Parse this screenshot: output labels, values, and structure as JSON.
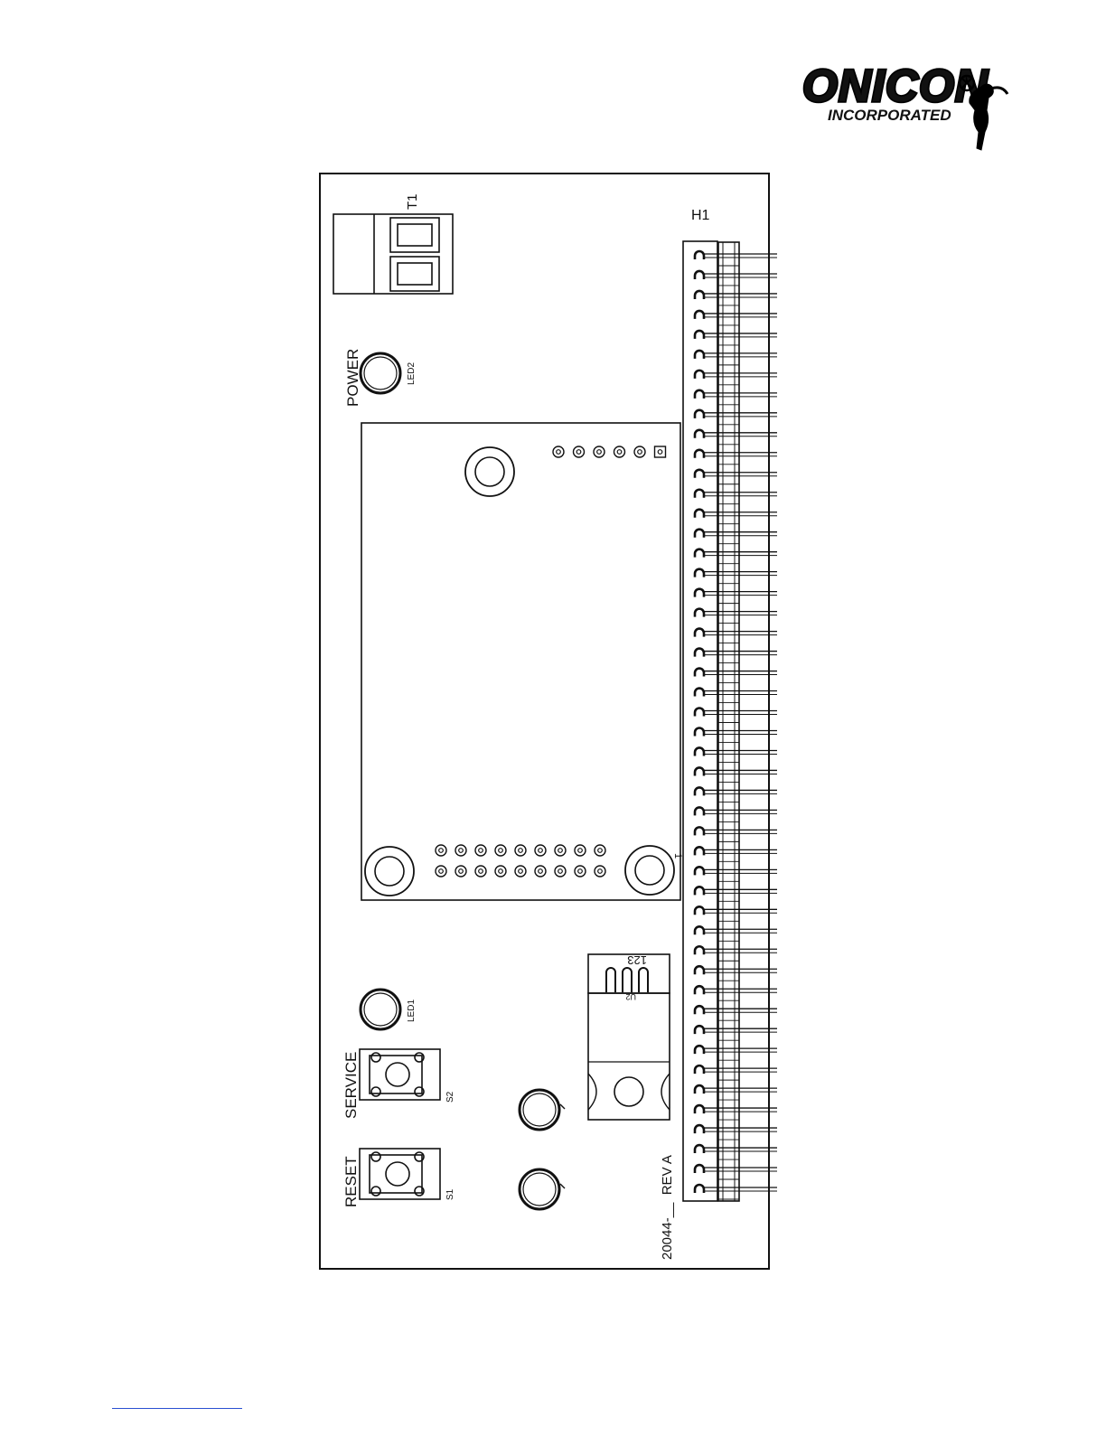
{
  "logo": {
    "brand": "ONICON",
    "sub": "INCORPORATED"
  },
  "board": {
    "labels": {
      "t1": "T1",
      "h1": "H1",
      "power": "POWER",
      "led2": "LED2",
      "led1": "LED1",
      "service": "SERVICE",
      "s2": "S2",
      "reset": "RESET",
      "s1": "S1",
      "u2": "U2",
      "pins": "123",
      "module_pin1": "1",
      "part_number": "20044-__  REV A"
    },
    "header_pin_count": 48
  },
  "colors": {
    "ink": "#111111",
    "footer_rule": "#2b4fd1"
  }
}
